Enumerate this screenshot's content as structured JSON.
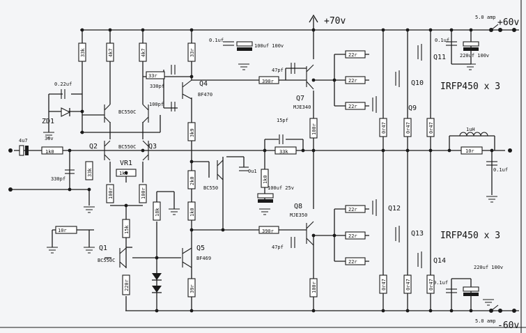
{
  "rails": {
    "plus70": "+70v",
    "plus60": "+60v",
    "minus60": "-60v"
  },
  "fuses": {
    "top": "5.0 amp",
    "bottom": "5.0 amp"
  },
  "groups": {
    "top": "IRFP450 x 3",
    "bottom": "IRFP450 x 3"
  },
  "transistors": {
    "q1": {
      "name": "Q1",
      "part": "BC550C"
    },
    "q2": {
      "name": "Q2"
    },
    "q3": {
      "name": "Q3"
    },
    "q4": {
      "name": "Q4",
      "part": "BF470"
    },
    "q5": {
      "name": "Q5",
      "part": "BF469"
    },
    "q7": {
      "name": "Q7",
      "part": "MJE340"
    },
    "q8": {
      "name": "Q8",
      "part": "MJE350"
    },
    "pair_top": {
      "part": "BC550C"
    },
    "pair_bottom": {
      "part": "BC550C"
    },
    "vbe": {
      "part": "BC550"
    },
    "vr1": "VR1",
    "q9": "Q9",
    "q10": "Q10",
    "q11": "Q11",
    "q12": "Q12",
    "q13": "Q13",
    "q14": "Q14"
  },
  "diodes": {
    "zd1": {
      "name": "ZD1",
      "value": "36v"
    }
  },
  "values": {
    "c_022": "0.22uf",
    "c_4u7": "4u7",
    "r_1k0_in": "1k0",
    "c_330pf_in": "330pf",
    "r_33r": "33r",
    "c_330pf_q4": "330pf",
    "c_100pf": "100pf",
    "c_01_top": "0.1uf",
    "c_100uf_100v": "100uf 100v",
    "c_47pf_top": "47pf",
    "r_390r_top": "390r",
    "r_390r_bot": "390r",
    "c_47pf_bot": "47pf",
    "c_15pf": "15pf",
    "r_33k_fb": "33k",
    "c_0u1": "0u1",
    "c_100uf_25v": "100uf 25v",
    "r_10r_left": "10r",
    "r_1k0_vr": "1k0",
    "r_22r": "22r",
    "c_01_right": "0.1uf",
    "c_220uf": "220uf 100v",
    "l_1u": "1uH",
    "r_10r_out": "10r",
    "c_01_zobel": "0.1uf",
    "r_33k_a": "33k",
    "r_4k7_a": "4k7",
    "r_4k7_b": "4k7",
    "r_33r_q4": "33r",
    "r_33k_b": "33k",
    "r_100r": "100r",
    "r_15k": "15k",
    "r_220r": "220r",
    "r_18k": "18k",
    "r_3k9": "3k9",
    "r_2k0": "2k0",
    "r_1k0_b": "1k0",
    "r_39r": "39r",
    "r_1k0_c": "1k0",
    "r_100r_q7": "100r",
    "r_100r_q8": "100r",
    "r_0r47": "0r47"
  }
}
